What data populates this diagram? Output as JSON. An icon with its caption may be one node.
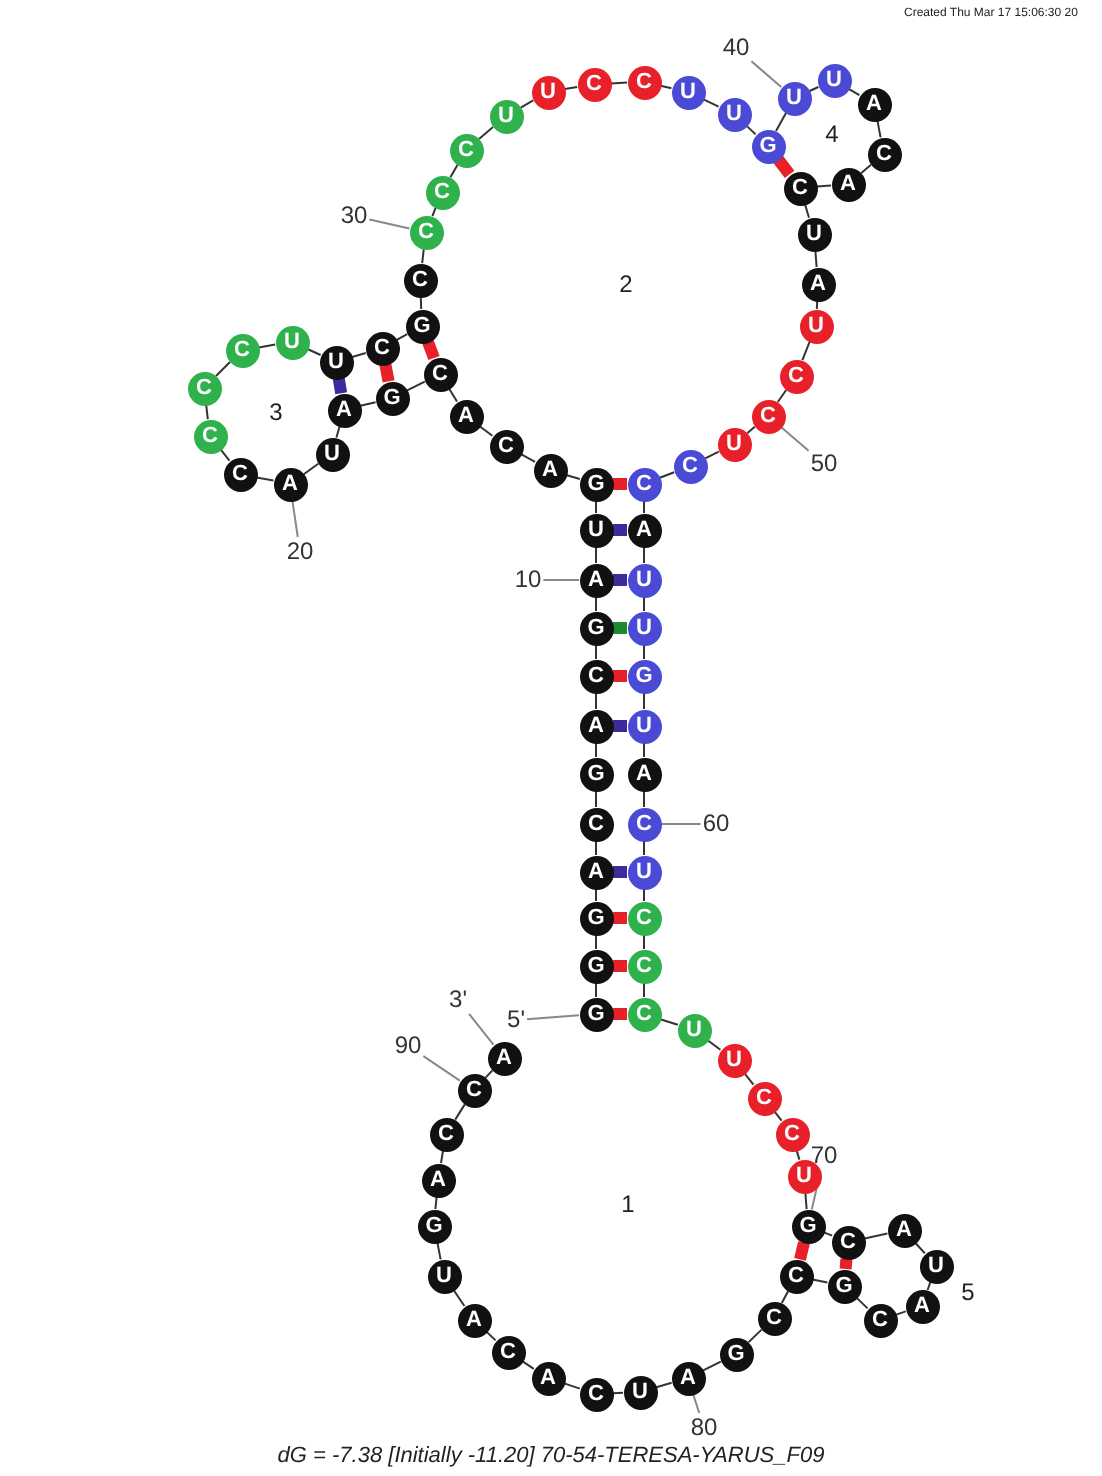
{
  "diagram": {
    "caption": "dG = -7.38 [Initially -11.20] 70-54-TERESA-YARUS_F09",
    "nodes": [
      {
        "text": [
          "G"
        ]
      },
      {
        "text": [
          "G"
        ]
      },
      {
        "text": [
          "G"
        ]
      },
      {
        "text": [
          "A"
        ]
      },
      {
        "text": [
          "C"
        ]
      },
      {
        "text": [
          "G"
        ]
      },
      {
        "text": [
          "A"
        ]
      },
      {
        "text": [
          "C"
        ]
      },
      {
        "text": [
          "G"
        ]
      },
      {
        "text": [
          "A"
        ]
      },
      {
        "text": [
          "U"
        ]
      },
      {
        "text": [
          "G"
        ]
      },
      {
        "text": [
          "A"
        ]
      },
      {
        "text": [
          "C"
        ]
      },
      {
        "text": [
          "A"
        ]
      },
      {
        "text": [
          "C"
        ]
      },
      {
        "text": [
          "G"
        ]
      },
      {
        "text": [
          "A"
        ]
      },
      {
        "text": [
          "U"
        ]
      },
      {
        "text": [
          "A"
        ]
      },
      {
        "text": [
          "C"
        ]
      },
      {
        "text": [
          "C"
        ]
      },
      {
        "text": [
          "C"
        ]
      },
      {
        "text": [
          "C"
        ]
      },
      {
        "text": [
          "U"
        ]
      },
      {
        "text": [
          "U"
        ]
      },
      {
        "text": [
          "C"
        ]
      },
      {
        "text": [
          "G"
        ]
      },
      {
        "text": [
          "C"
        ]
      },
      {
        "text": [
          "C"
        ]
      },
      {
        "text": [
          "C"
        ]
      },
      {
        "text": [
          "C"
        ]
      },
      {
        "text": [
          "U"
        ]
      },
      {
        "text": [
          "U"
        ]
      },
      {
        "text": [
          "C"
        ]
      },
      {
        "text": [
          "C"
        ]
      },
      {
        "text": [
          "U"
        ]
      },
      {
        "text": [
          "U"
        ]
      },
      {
        "text": [
          "G"
        ]
      },
      {
        "text": [
          "U"
        ]
      },
      {
        "text": [
          "U"
        ]
      },
      {
        "text": [
          "A"
        ]
      },
      {
        "text": [
          "C"
        ]
      },
      {
        "text": [
          "A"
        ]
      },
      {
        "text": [
          "C"
        ]
      },
      {
        "text": [
          "U"
        ]
      },
      {
        "text": [
          "A"
        ]
      },
      {
        "text": [
          "U"
        ]
      },
      {
        "text": [
          "C"
        ]
      },
      {
        "text": [
          "C"
        ]
      },
      {
        "text": [
          "U"
        ]
      },
      {
        "text": [
          "C"
        ]
      },
      {
        "text": [
          "C"
        ]
      },
      {
        "text": [
          "A"
        ]
      },
      {
        "text": [
          "U"
        ]
      },
      {
        "text": [
          "U"
        ]
      },
      {
        "text": [
          "G"
        ]
      },
      {
        "text": [
          "U"
        ]
      },
      {
        "text": [
          "A"
        ]
      },
      {
        "text": [
          "C"
        ]
      },
      {
        "text": [
          "U"
        ]
      },
      {
        "text": [
          "C"
        ]
      },
      {
        "text": [
          "C"
        ]
      },
      {
        "text": [
          "C"
        ]
      },
      {
        "text": [
          "U"
        ]
      },
      {
        "text": [
          "U"
        ]
      },
      {
        "text": [
          "C"
        ]
      },
      {
        "text": [
          "C"
        ]
      },
      {
        "text": [
          "U"
        ]
      },
      {
        "text": [
          "G"
        ]
      },
      {
        "text": [
          "C"
        ]
      },
      {
        "text": [
          "A"
        ]
      },
      {
        "text": [
          "U"
        ]
      },
      {
        "text": [
          "A"
        ]
      },
      {
        "text": [
          "C"
        ]
      },
      {
        "text": [
          "G"
        ]
      },
      {
        "text": [
          "C"
        ]
      },
      {
        "text": [
          "C"
        ]
      },
      {
        "text": [
          "G"
        ]
      },
      {
        "text": [
          "A"
        ]
      },
      {
        "text": [
          "U"
        ]
      },
      {
        "text": [
          "C"
        ]
      },
      {
        "text": [
          "A"
        ]
      },
      {
        "text": [
          "C"
        ]
      },
      {
        "text": [
          "A"
        ]
      },
      {
        "text": [
          "U"
        ]
      },
      {
        "text": [
          "G"
        ]
      },
      {
        "text": [
          "A"
        ]
      },
      {
        "text": [
          "C"
        ]
      },
      {
        "text": [
          "C"
        ]
      },
      {
        "text": [
          "A"
        ]
      },
      {
        "text": [
          "5'"
        ]
      },
      {
        "text": [
          "3'"
        ]
      },
      {
        "text": [
          "10"
        ]
      },
      {
        "text": [
          "20"
        ]
      },
      {
        "text": [
          "30"
        ]
      },
      {
        "text": [
          "40"
        ]
      },
      {
        "text": [
          "50"
        ]
      },
      {
        "text": [
          "60"
        ]
      },
      {
        "text": [
          "70"
        ]
      },
      {
        "text": [
          "80"
        ]
      },
      {
        "text": [
          "90"
        ]
      }
    ],
    "edges": [
      {
        "from": 0,
        "to": 1,
        "arrow": "none"
      },
      {
        "from": 1,
        "to": 2,
        "arrow": "none"
      },
      {
        "from": 2,
        "to": 3,
        "arrow": "none"
      },
      {
        "from": 3,
        "to": 4,
        "arrow": "none"
      },
      {
        "from": 4,
        "to": 5,
        "arrow": "none"
      },
      {
        "from": 5,
        "to": 6,
        "arrow": "none"
      },
      {
        "from": 6,
        "to": 7,
        "arrow": "none"
      },
      {
        "from": 7,
        "to": 8,
        "arrow": "none"
      },
      {
        "from": 8,
        "to": 9,
        "arrow": "none"
      },
      {
        "from": 9,
        "to": 10,
        "arrow": "none"
      },
      {
        "from": 10,
        "to": 11,
        "arrow": "none"
      },
      {
        "from": 11,
        "to": 12,
        "arrow": "none"
      },
      {
        "from": 12,
        "to": 13,
        "arrow": "none"
      },
      {
        "from": 13,
        "to": 14,
        "arrow": "none"
      },
      {
        "from": 14,
        "to": 15,
        "arrow": "none"
      },
      {
        "from": 15,
        "to": 16,
        "arrow": "none"
      },
      {
        "from": 16,
        "to": 17,
        "arrow": "none"
      },
      {
        "from": 17,
        "to": 18,
        "arrow": "none"
      },
      {
        "from": 18,
        "to": 19,
        "arrow": "none"
      },
      {
        "from": 19,
        "to": 20,
        "arrow": "none"
      },
      {
        "from": 20,
        "to": 21,
        "arrow": "none"
      },
      {
        "from": 21,
        "to": 22,
        "arrow": "none"
      },
      {
        "from": 22,
        "to": 23,
        "arrow": "none"
      },
      {
        "from": 23,
        "to": 24,
        "arrow": "none"
      },
      {
        "from": 24,
        "to": 25,
        "arrow": "none"
      },
      {
        "from": 25,
        "to": 26,
        "arrow": "none"
      },
      {
        "from": 26,
        "to": 27,
        "arrow": "none"
      },
      {
        "from": 27,
        "to": 28,
        "arrow": "none"
      },
      {
        "from": 28,
        "to": 29,
        "arrow": "none"
      },
      {
        "from": 29,
        "to": 30,
        "arrow": "none"
      },
      {
        "from": 30,
        "to": 31,
        "arrow": "none"
      },
      {
        "from": 31,
        "to": 32,
        "arrow": "none"
      },
      {
        "from": 32,
        "to": 33,
        "arrow": "none"
      },
      {
        "from": 33,
        "to": 34,
        "arrow": "none"
      },
      {
        "from": 34,
        "to": 35,
        "arrow": "none"
      },
      {
        "from": 35,
        "to": 36,
        "arrow": "none"
      },
      {
        "from": 36,
        "to": 37,
        "arrow": "none"
      },
      {
        "from": 37,
        "to": 38,
        "arrow": "none"
      },
      {
        "from": 38,
        "to": 39,
        "arrow": "none"
      },
      {
        "from": 39,
        "to": 40,
        "arrow": "none"
      },
      {
        "from": 40,
        "to": 41,
        "arrow": "none"
      },
      {
        "from": 41,
        "to": 42,
        "arrow": "none"
      },
      {
        "from": 42,
        "to": 43,
        "arrow": "none"
      },
      {
        "from": 43,
        "to": 44,
        "arrow": "none"
      },
      {
        "from": 44,
        "to": 45,
        "arrow": "none"
      },
      {
        "from": 45,
        "to": 46,
        "arrow": "none"
      },
      {
        "from": 46,
        "to": 47,
        "arrow": "none"
      },
      {
        "from": 47,
        "to": 48,
        "arrow": "none"
      },
      {
        "from": 48,
        "to": 49,
        "arrow": "none"
      },
      {
        "from": 49,
        "to": 50,
        "arrow": "none"
      },
      {
        "from": 50,
        "to": 51,
        "arrow": "none"
      },
      {
        "from": 51,
        "to": 52,
        "arrow": "none"
      },
      {
        "from": 52,
        "to": 53,
        "arrow": "none"
      },
      {
        "from": 53,
        "to": 54,
        "arrow": "none"
      },
      {
        "from": 54,
        "to": 55,
        "arrow": "none"
      },
      {
        "from": 55,
        "to": 56,
        "arrow": "none"
      },
      {
        "from": 56,
        "to": 57,
        "arrow": "none"
      },
      {
        "from": 57,
        "to": 58,
        "arrow": "none"
      },
      {
        "from": 58,
        "to": 59,
        "arrow": "none"
      },
      {
        "from": 59,
        "to": 60,
        "arrow": "none"
      },
      {
        "from": 60,
        "to": 61,
        "arrow": "none"
      },
      {
        "from": 61,
        "to": 62,
        "arrow": "none"
      },
      {
        "from": 62,
        "to": 63,
        "arrow": "none"
      },
      {
        "from": 63,
        "to": 64,
        "arrow": "none"
      },
      {
        "from": 64,
        "to": 65,
        "arrow": "none"
      },
      {
        "from": 65,
        "to": 66,
        "arrow": "none"
      },
      {
        "from": 66,
        "to": 67,
        "arrow": "none"
      },
      {
        "from": 67,
        "to": 68,
        "arrow": "none"
      },
      {
        "from": 68,
        "to": 69,
        "arrow": "none"
      },
      {
        "from": 69,
        "to": 70,
        "arrow": "none"
      },
      {
        "from": 70,
        "to": 71,
        "arrow": "none"
      },
      {
        "from": 71,
        "to": 72,
        "arrow": "none"
      },
      {
        "from": 72,
        "to": 73,
        "arrow": "none"
      },
      {
        "from": 73,
        "to": 74,
        "arrow": "none"
      },
      {
        "from": 74,
        "to": 75,
        "arrow": "none"
      },
      {
        "from": 75,
        "to": 76,
        "arrow": "none"
      },
      {
        "from": 76,
        "to": 77,
        "arrow": "none"
      },
      {
        "from": 77,
        "to": 78,
        "arrow": "none"
      },
      {
        "from": 78,
        "to": 79,
        "arrow": "none"
      },
      {
        "from": 79,
        "to": 80,
        "arrow": "none"
      },
      {
        "from": 80,
        "to": 81,
        "arrow": "none"
      },
      {
        "from": 81,
        "to": 82,
        "arrow": "none"
      },
      {
        "from": 82,
        "to": 83,
        "arrow": "none"
      },
      {
        "from": 83,
        "to": 84,
        "arrow": "none"
      },
      {
        "from": 84,
        "to": 85,
        "arrow": "none"
      },
      {
        "from": 85,
        "to": 86,
        "arrow": "none"
      },
      {
        "from": 86,
        "to": 87,
        "arrow": "none"
      },
      {
        "from": 87,
        "to": 88,
        "arrow": "none"
      },
      {
        "from": 88,
        "to": 89,
        "arrow": "none"
      },
      {
        "from": 89,
        "to": 90,
        "arrow": "none"
      },
      {
        "from": 0,
        "to": 63,
        "arrow": "none",
        "style": "thick",
        "color": "#e8202a"
      },
      {
        "from": 1,
        "to": 62,
        "arrow": "none",
        "style": "thick",
        "color": "#e8202a"
      },
      {
        "from": 2,
        "to": 61,
        "arrow": "none",
        "style": "thick",
        "color": "#e8202a"
      },
      {
        "from": 3,
        "to": 60,
        "arrow": "none",
        "style": "thick",
        "color": "#3a2c9c"
      },
      {
        "from": 6,
        "to": 57,
        "arrow": "none",
        "style": "thick",
        "color": "#3a2c9c"
      },
      {
        "from": 7,
        "to": 56,
        "arrow": "none",
        "style": "thick",
        "color": "#e8202a"
      },
      {
        "from": 8,
        "to": 55,
        "arrow": "none",
        "style": "thick",
        "color": "#1e8a2e"
      },
      {
        "from": 9,
        "to": 54,
        "arrow": "none",
        "style": "thick",
        "color": "#3a2c9c"
      },
      {
        "from": 10,
        "to": 53,
        "arrow": "none",
        "style": "thick",
        "color": "#3a2c9c"
      },
      {
        "from": 11,
        "to": 52,
        "arrow": "none",
        "style": "thick",
        "color": "#e8202a"
      },
      {
        "from": 15,
        "to": 27,
        "arrow": "none",
        "style": "thick",
        "color": "#e8202a"
      },
      {
        "from": 16,
        "to": 26,
        "arrow": "none",
        "style": "thick",
        "color": "#e8202a"
      },
      {
        "from": 17,
        "to": 25,
        "arrow": "none",
        "style": "thick",
        "color": "#3a2c9c"
      },
      {
        "from": 38,
        "to": 44,
        "arrow": "none",
        "style": "thick",
        "color": "#e8202a"
      },
      {
        "from": 69,
        "to": 76,
        "arrow": "none",
        "style": "thick",
        "color": "#e8202a"
      },
      {
        "from": 70,
        "to": 75,
        "arrow": "none",
        "style": "thick",
        "color": "#e8202a"
      },
      {
        "from": 91,
        "to": 0,
        "arrow": "none",
        "color": "#888888"
      },
      {
        "from": 92,
        "to": 90,
        "arrow": "none",
        "color": "#888888"
      },
      {
        "from": 93,
        "to": 9,
        "arrow": "none",
        "color": "#888888"
      },
      {
        "from": 94,
        "to": 19,
        "arrow": "none",
        "color": "#888888"
      },
      {
        "from": 95,
        "to": 29,
        "arrow": "none",
        "color": "#888888"
      },
      {
        "from": 96,
        "to": 39,
        "arrow": "none",
        "color": "#888888"
      },
      {
        "from": 97,
        "to": 49,
        "arrow": "none",
        "color": "#888888"
      },
      {
        "from": 98,
        "to": 59,
        "arrow": "none",
        "color": "#888888"
      },
      {
        "from": 99,
        "to": 69,
        "arrow": "none",
        "color": "#888888"
      },
      {
        "from": 100,
        "to": 79,
        "arrow": "none",
        "color": "#888888"
      },
      {
        "from": 101,
        "to": 89,
        "arrow": "none",
        "color": "#888888"
      }
    ],
    "labels": [
      "Created Thu Mar 17 15:06:30 20",
      "2",
      "4",
      "3",
      "1",
      "5"
    ]
  }
}
